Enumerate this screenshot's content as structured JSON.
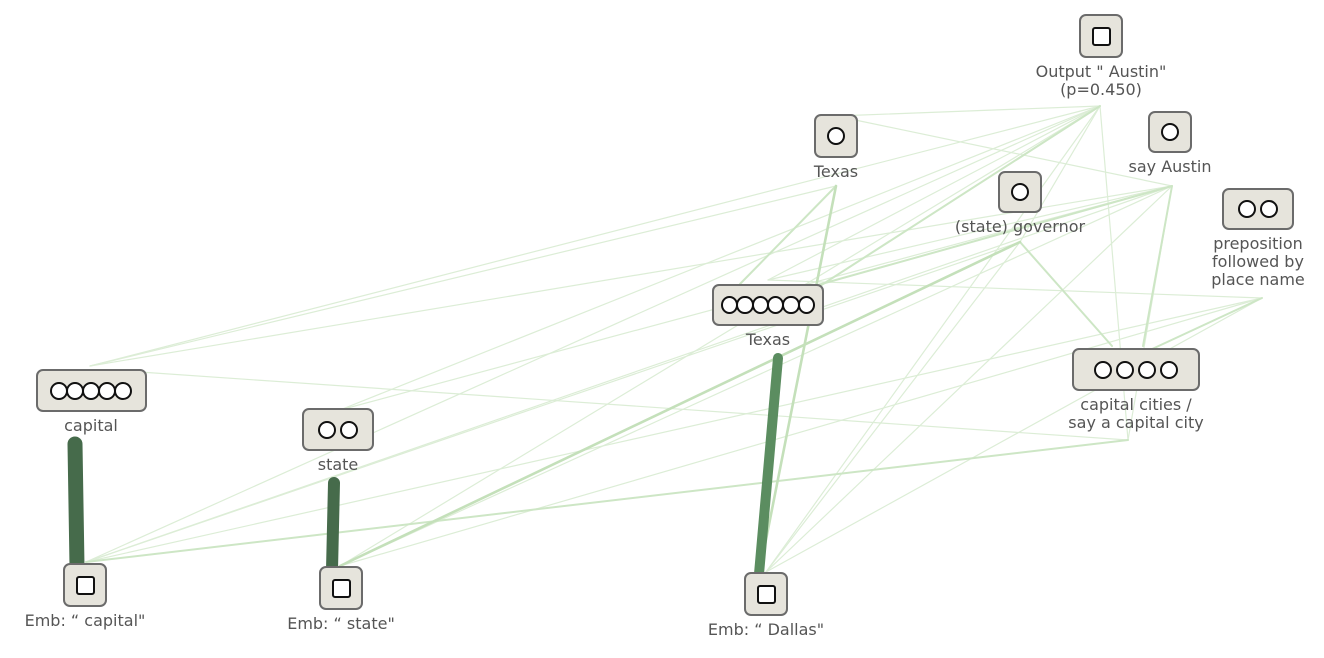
{
  "nodes": [
    {
      "id": "output-austin",
      "lines": [
        "Output \" Austin\"",
        "(p=0.450)"
      ],
      "shape": "square",
      "count": 1
    },
    {
      "id": "texas-top",
      "lines": [
        "Texas"
      ],
      "shape": "circle",
      "count": 1
    },
    {
      "id": "say-austin",
      "lines": [
        "say Austin"
      ],
      "shape": "circle",
      "count": 1
    },
    {
      "id": "state-governor",
      "lines": [
        "(state) governor"
      ],
      "shape": "circle",
      "count": 1
    },
    {
      "id": "preposition-place",
      "lines": [
        "preposition",
        "followed by",
        "place name"
      ],
      "shape": "circle",
      "count": 2
    },
    {
      "id": "texas-mid",
      "lines": [
        "Texas"
      ],
      "shape": "circle",
      "count": 6
    },
    {
      "id": "capital-cities",
      "lines": [
        "capital cities /",
        "say a capital city"
      ],
      "shape": "circle",
      "count": 4
    },
    {
      "id": "capital",
      "lines": [
        "capital"
      ],
      "shape": "circle",
      "count": 5
    },
    {
      "id": "state",
      "lines": [
        "state"
      ],
      "shape": "circle",
      "count": 2
    },
    {
      "id": "emb-capital",
      "lines": [
        "Emb: “ capital\""
      ],
      "shape": "square",
      "count": 1
    },
    {
      "id": "emb-state",
      "lines": [
        "Emb: “ state\""
      ],
      "shape": "square",
      "count": 1
    },
    {
      "id": "emb-dallas",
      "lines": [
        "Emb: “ Dallas\""
      ],
      "shape": "square",
      "count": 1
    }
  ],
  "colors": {
    "node_fill": "#e6e4dc",
    "node_border": "#6b6b6b",
    "edge_strong": "#3f6b46",
    "edge_medium": "#5c8e60",
    "edge_light": "#b9dcb0",
    "edge_faint": "#d9ecd3"
  }
}
